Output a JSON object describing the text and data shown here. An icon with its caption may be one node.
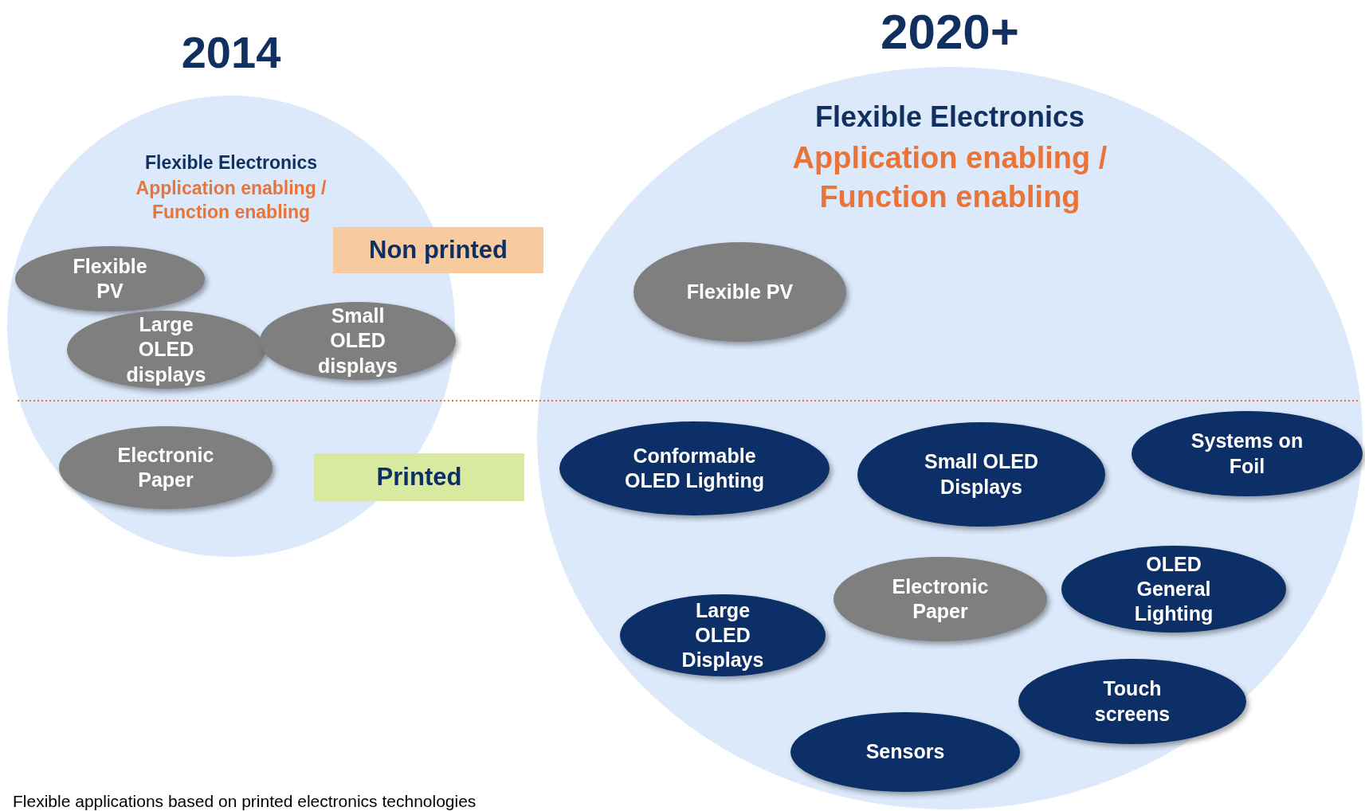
{
  "diagram": {
    "caption": "Flexible applications based on printed electronics technologies",
    "nodes": [
      {
        "text": [
          "2014",
          "Flexible Electronics",
          "Application enabling / Function enabling"
        ]
      },
      {
        "text": [
          "Flexible PV"
        ],
        "in": 0
      },
      {
        "text": [
          "Large OLED displays"
        ],
        "in": 0
      },
      {
        "text": [
          "Small OLED displays"
        ],
        "in": 0
      },
      {
        "text": [
          "Electronic Paper"
        ],
        "in": 0
      },
      {
        "text": [
          "Non printed"
        ]
      },
      {
        "text": [
          "Printed"
        ]
      },
      {
        "text": [
          "2020+",
          "Flexible Electronics",
          "Application enabling / Function enabling"
        ]
      },
      {
        "text": [
          "Flexible PV"
        ],
        "in": 7
      },
      {
        "text": [
          "Conformable OLED Lighting"
        ],
        "in": 7
      },
      {
        "text": [
          "Small OLED Displays"
        ],
        "in": 7
      },
      {
        "text": [
          "Systems on Foil"
        ],
        "in": 7
      },
      {
        "text": [
          "Large OLED Displays"
        ],
        "in": 7
      },
      {
        "text": [
          "Electronic Paper"
        ],
        "in": 7
      },
      {
        "text": [
          "OLED General Lighting"
        ],
        "in": 7
      },
      {
        "text": [
          "Touch screens"
        ],
        "in": 7
      },
      {
        "text": [
          "Sensors"
        ],
        "in": 7
      }
    ],
    "edges": []
  }
}
